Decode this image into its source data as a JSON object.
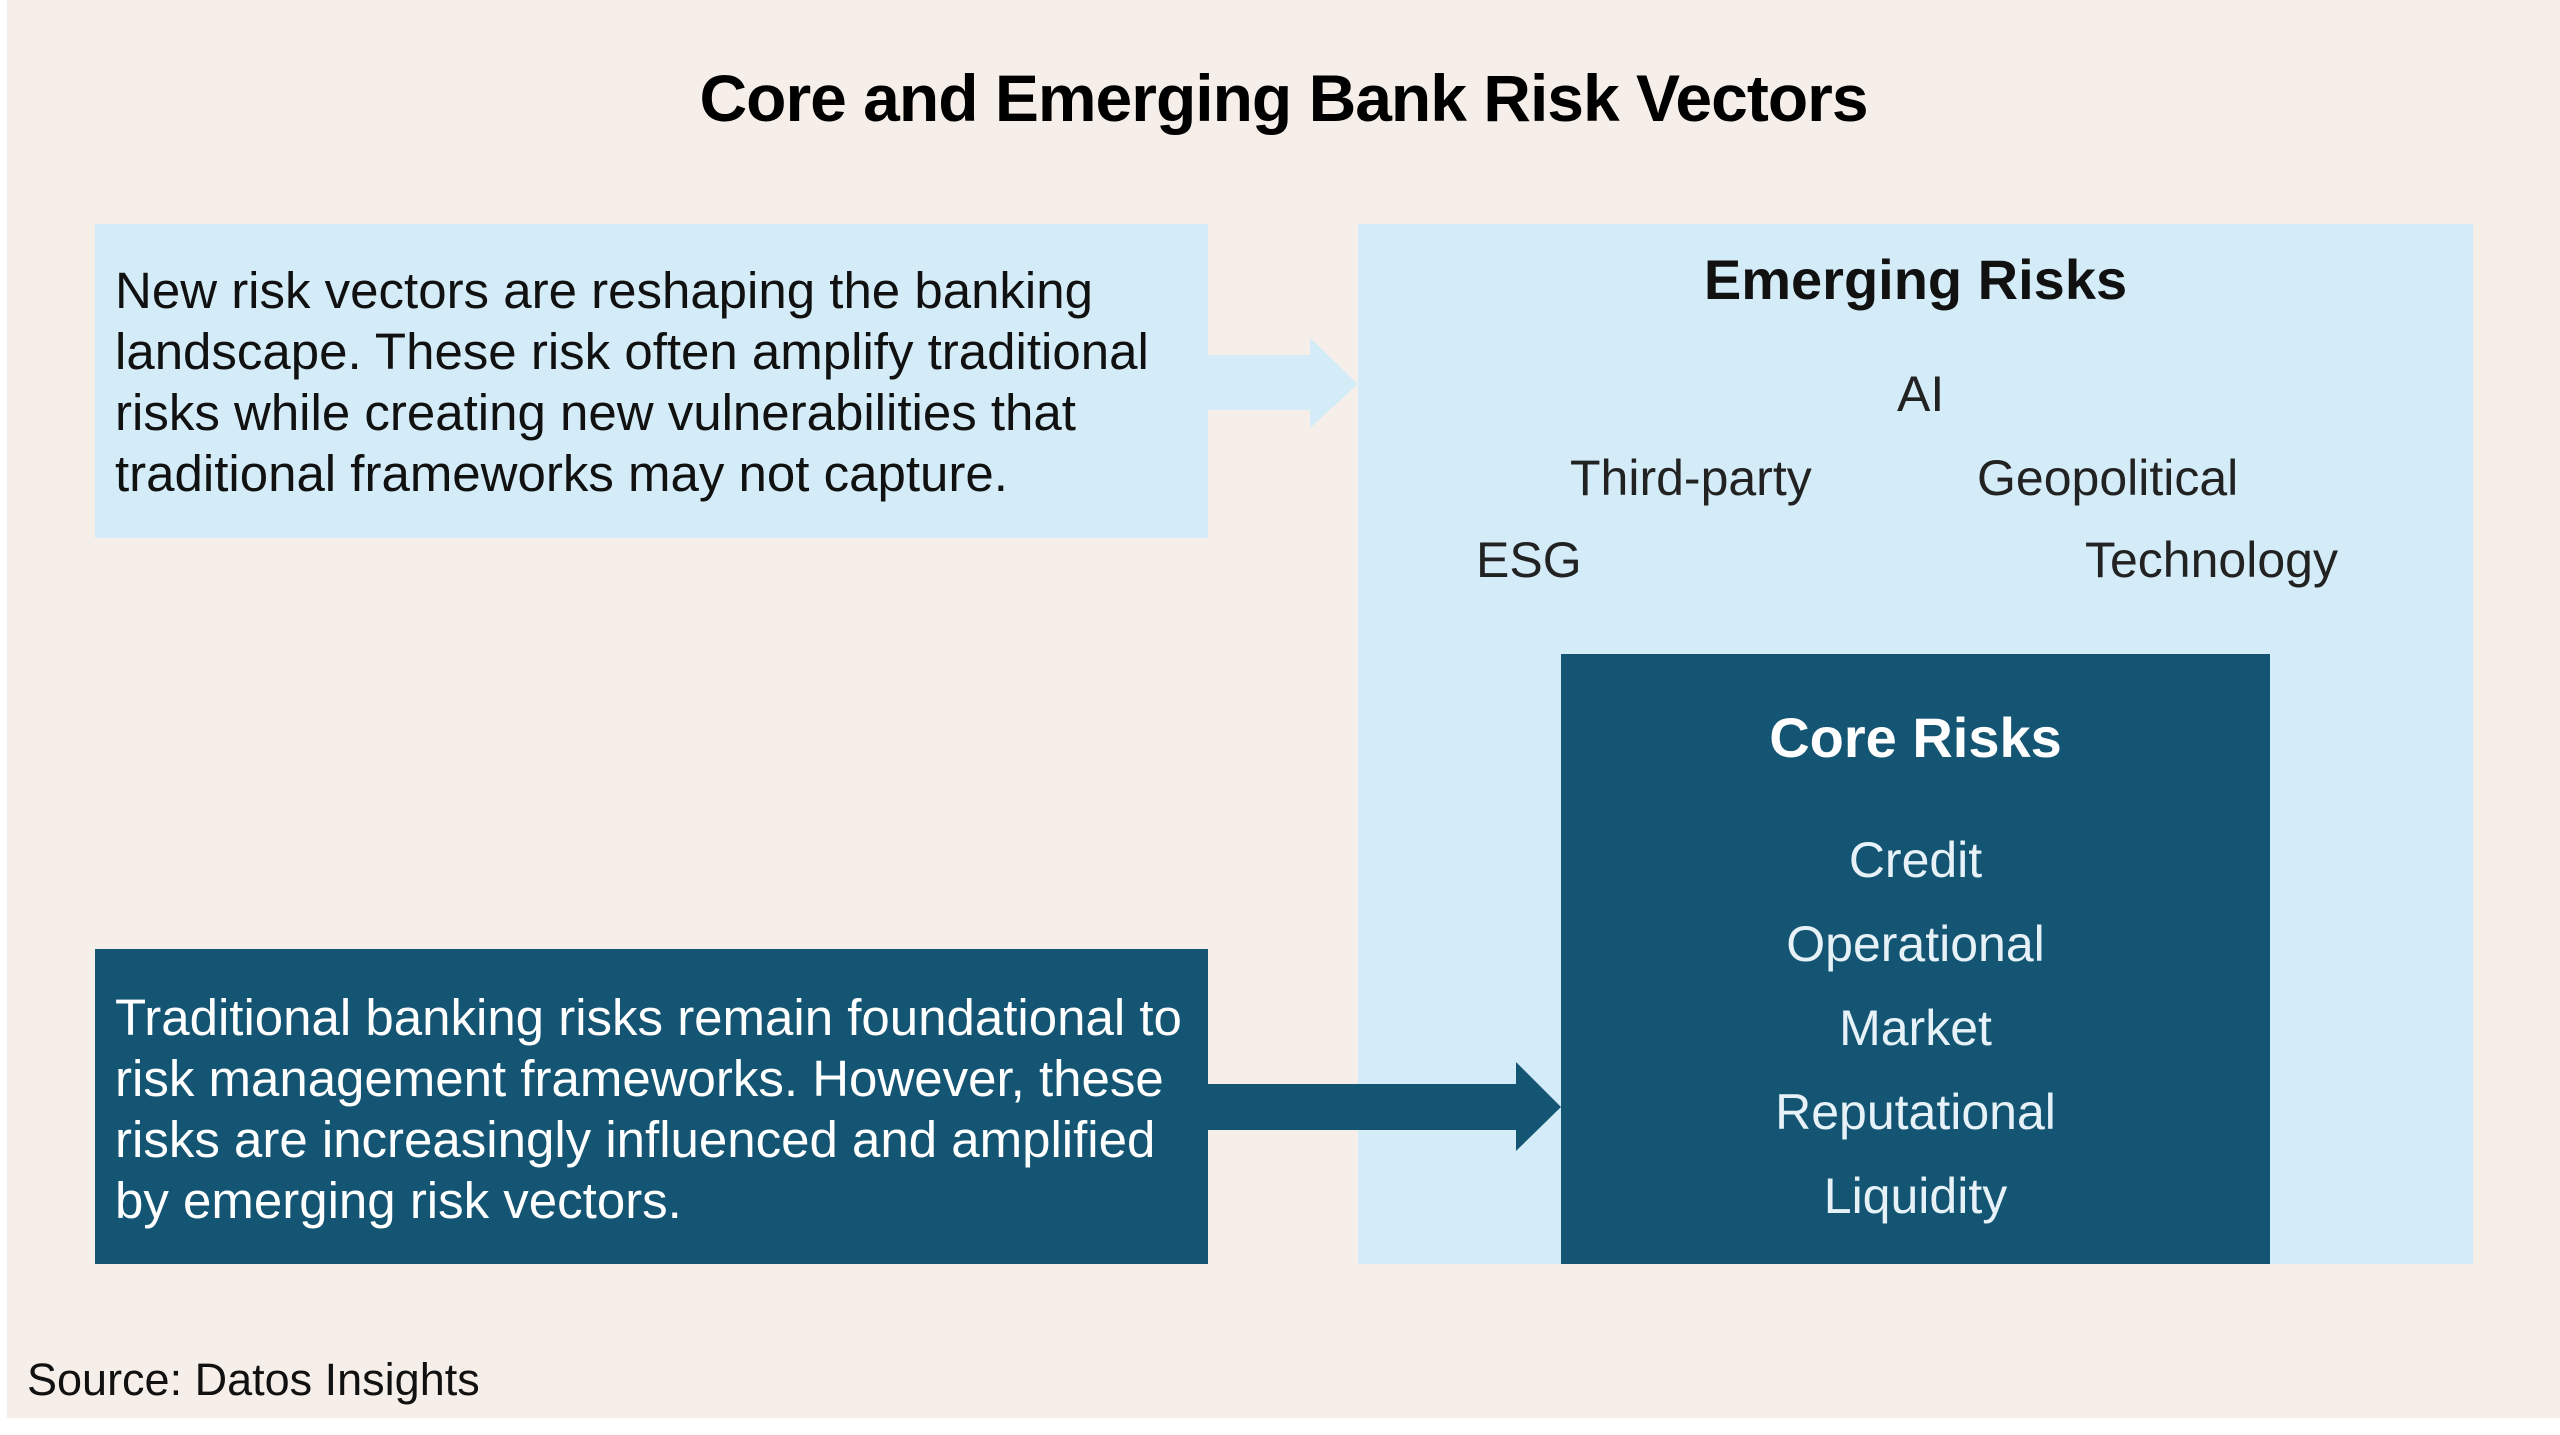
{
  "title": "Core and Emerging Bank Risk Vectors",
  "emerging": {
    "title": "Emerging Risks",
    "items": [
      "AI",
      "Third-party",
      "Geopolitical",
      "ESG",
      "Technology"
    ]
  },
  "core": {
    "title": "Core Risks",
    "items": [
      "Credit",
      "Operational",
      "Market",
      "Reputational",
      "Liquidity"
    ]
  },
  "notes": {
    "emerging_note": "New risk vectors are reshaping the banking landscape. These risk often amplify traditional risks while creating new vulnerabilities that traditional frameworks may not capture.",
    "core_note": "Traditional banking risks remain foundational to risk management frameworks. However, these risks are increasingly influenced and amplified by emerging risk vectors."
  },
  "source": "Source: Datos Insights",
  "colors": {
    "background": "#f6efe9",
    "light_blue": "#d3ecf8",
    "dark_teal": "#135573"
  }
}
